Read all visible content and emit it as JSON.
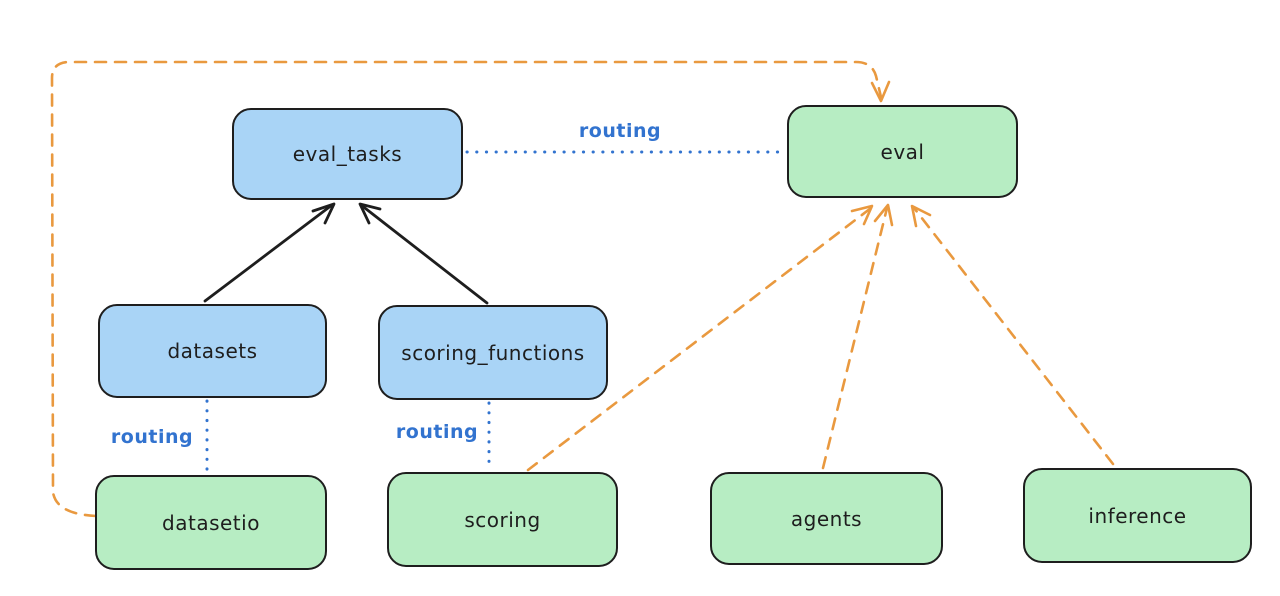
{
  "diagram": {
    "title": "",
    "colors": {
      "background": "#ffffff",
      "registry_fill_blue": "#a9d4f6",
      "api_fill_green": "#b7edc3",
      "stroke_black": "#1e1e1e",
      "routing_blue": "#3273cf",
      "provider_orange": "#e9993f"
    },
    "nodes": [
      {
        "id": "eval_tasks",
        "label": "eval_tasks",
        "fill": "blue"
      },
      {
        "id": "eval",
        "label": "eval",
        "fill": "green"
      },
      {
        "id": "datasets",
        "label": "datasets",
        "fill": "blue"
      },
      {
        "id": "scoring_functions",
        "label": "scoring_functions",
        "fill": "blue"
      },
      {
        "id": "datasetio",
        "label": "datasetio",
        "fill": "green"
      },
      {
        "id": "scoring",
        "label": "scoring",
        "fill": "green"
      },
      {
        "id": "agents",
        "label": "agents",
        "fill": "green"
      },
      {
        "id": "inference",
        "label": "inference",
        "fill": "green"
      }
    ],
    "edge_labels": [
      {
        "text": "routing"
      },
      {
        "text": "routing"
      },
      {
        "text": "routing"
      }
    ],
    "edges": [
      {
        "from": "datasets",
        "to": "eval_tasks",
        "style": "solid-black-arrow"
      },
      {
        "from": "scoring_functions",
        "to": "eval_tasks",
        "style": "solid-black-arrow"
      },
      {
        "from": "eval_tasks",
        "to": "eval",
        "style": "blue-dotted",
        "label": "routing"
      },
      {
        "from": "datasets",
        "to": "datasetio",
        "style": "blue-dotted",
        "label": "routing"
      },
      {
        "from": "scoring_functions",
        "to": "scoring",
        "style": "blue-dotted",
        "label": "routing"
      },
      {
        "from": "datasetio",
        "to": "eval",
        "style": "orange-dashed-arrow"
      },
      {
        "from": "scoring",
        "to": "eval",
        "style": "orange-dashed-arrow"
      },
      {
        "from": "agents",
        "to": "eval",
        "style": "orange-dashed-arrow"
      },
      {
        "from": "inference",
        "to": "eval",
        "style": "orange-dashed-arrow"
      }
    ]
  }
}
